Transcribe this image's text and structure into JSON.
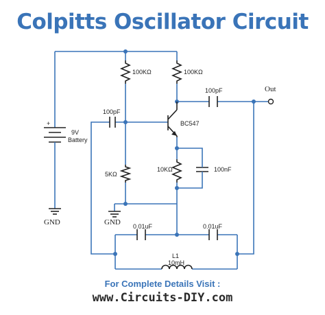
{
  "title": "Colpitts Oscillator Circuit",
  "labels": {
    "r1": "100KΩ",
    "r2": "100KΩ",
    "c_out": "100pF",
    "out": "Out",
    "c_in": "100pF",
    "transistor": "BC547",
    "battery_v": "9V",
    "battery_name": "Battery",
    "r3": "5KΩ",
    "r4": "10KΩ",
    "c_e": "100nF",
    "gnd_left": "GND",
    "gnd_mid": "GND",
    "c1": "0.01uF",
    "c2": "0.01uF",
    "l1_name": "L1",
    "l1_value": "10mH",
    "plus": "+"
  },
  "footer": {
    "line1": "For Complete Details Visit :",
    "line2": "www.Circuits-DIY.com"
  },
  "colors": {
    "title": "#3a74b8",
    "wire": "#3a74b8",
    "component": "#222222"
  }
}
